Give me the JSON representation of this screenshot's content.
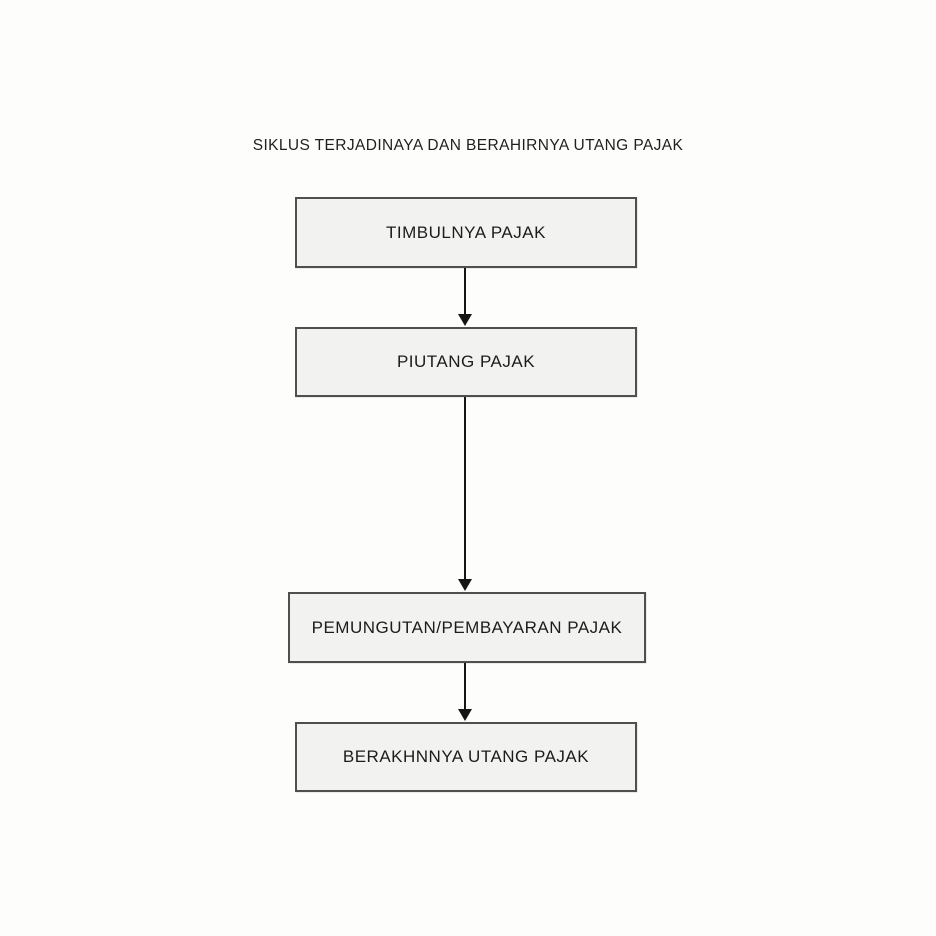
{
  "diagram": {
    "type": "flowchart",
    "direction": "top-down",
    "title": "SIKLUS TERJADINAYA DAN BERAHIRNYA UTANG PAJAK",
    "nodes": [
      {
        "id": "timbulnya-pajak",
        "label": "TIMBULNYA PAJAK"
      },
      {
        "id": "piutang-pajak",
        "label": "PIUTANG PAJAK"
      },
      {
        "id": "pemungutan-pembayaran-pajak",
        "label": "PEMUNGUTAN/PEMBAYARAN PAJAK"
      },
      {
        "id": "berakhnnya-utang-pajak",
        "label": "BERAKHNNYA UTANG PAJAK"
      }
    ],
    "edges": [
      {
        "from": "timbulnya-pajak",
        "to": "piutang-pajak",
        "style": "arrow-down"
      },
      {
        "from": "piutang-pajak",
        "to": "pemungutan-pembayaran-pajak",
        "style": "arrow-down"
      },
      {
        "from": "pemungutan-pembayaran-pajak",
        "to": "berakhnnya-utang-pajak",
        "style": "arrow-down"
      }
    ],
    "colors": {
      "background": "#fdfdfc",
      "node_fill": "#f2f2f1",
      "node_border": "#4f4f4f",
      "text": "#1c1c1c",
      "arrow": "#151515"
    }
  }
}
